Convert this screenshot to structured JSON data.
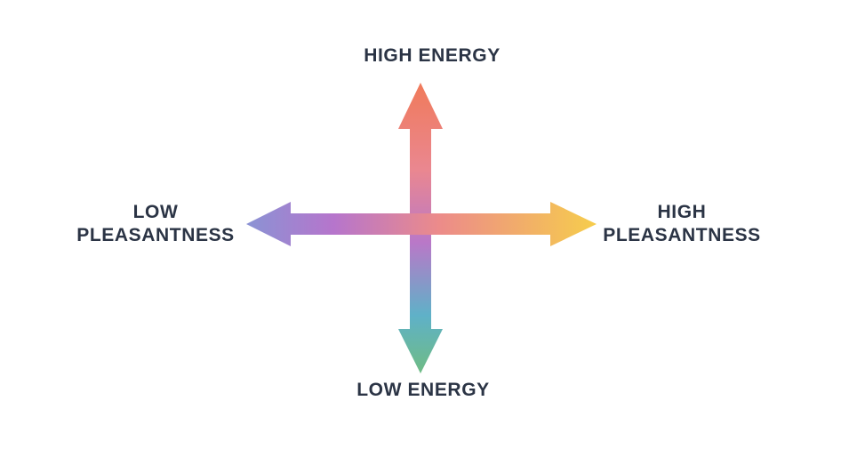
{
  "diagram": {
    "labels": {
      "top": "HIGH ENERGY",
      "bottom": "LOW ENERGY",
      "left_line1": "LOW",
      "left_line2": "PLEASANTNESS",
      "right_line1": "HIGH",
      "right_line2": "PLEASANTNESS"
    },
    "colors": {
      "text": "#2b3445",
      "vertical_top": "#f07a5a",
      "vertical_upper": "#ea8790",
      "vertical_mid": "#b978c8",
      "vertical_lower": "#5fb1c8",
      "vertical_bottom": "#6fbc84",
      "horizontal_left": "#8a93d4",
      "horizontal_midleft": "#b675cc",
      "horizontal_mid": "#ec8b8a",
      "horizontal_right": "#f6cd4c"
    }
  }
}
